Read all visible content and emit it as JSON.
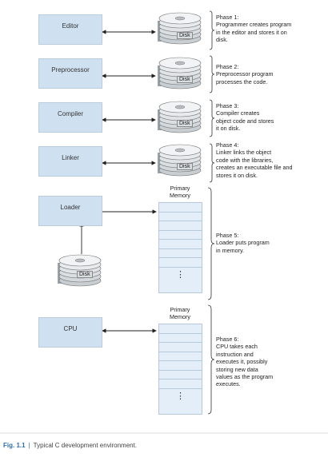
{
  "boxes": {
    "editor": "Editor",
    "preprocessor": "Preprocessor",
    "compiler": "Compiler",
    "linker": "Linker",
    "loader": "Loader",
    "cpu": "CPU"
  },
  "disk_label": "Disk",
  "primary_memory_label": "Primary\nMemory",
  "ellipsis": "⋮",
  "phases": {
    "phase1": "Phase 1:\nProgrammer creates program\nin the editor and stores it on\ndisk.",
    "phase2": "Phase 2:\nPreprocessor program\nprocesses the code.",
    "phase3": "Phase 3:\nCompiler creates\nobject code and stores\nit on disk.",
    "phase4": "Phase 4:\nLinker links the object\ncode with the libraries,\ncreates an executable file and\nstores it on disk.",
    "phase5": "Phase 5:\nLoader puts program\nin memory.",
    "phase6": "Phase 6:\nCPU takes each\ninstruction and\nexecutes it, possibly\nstoring new data\nvalues as the program\nexecutes."
  },
  "caption": {
    "fig": "Fig. 1.1",
    "separator": "|",
    "text": "Typical C development environment."
  },
  "colors": {
    "box": "#cfe0f0",
    "memory": "#e4eef8",
    "caption_accent": "#2a6fa8"
  },
  "icons": [
    "disk-icon",
    "arrow-icon",
    "brace-icon"
  ]
}
